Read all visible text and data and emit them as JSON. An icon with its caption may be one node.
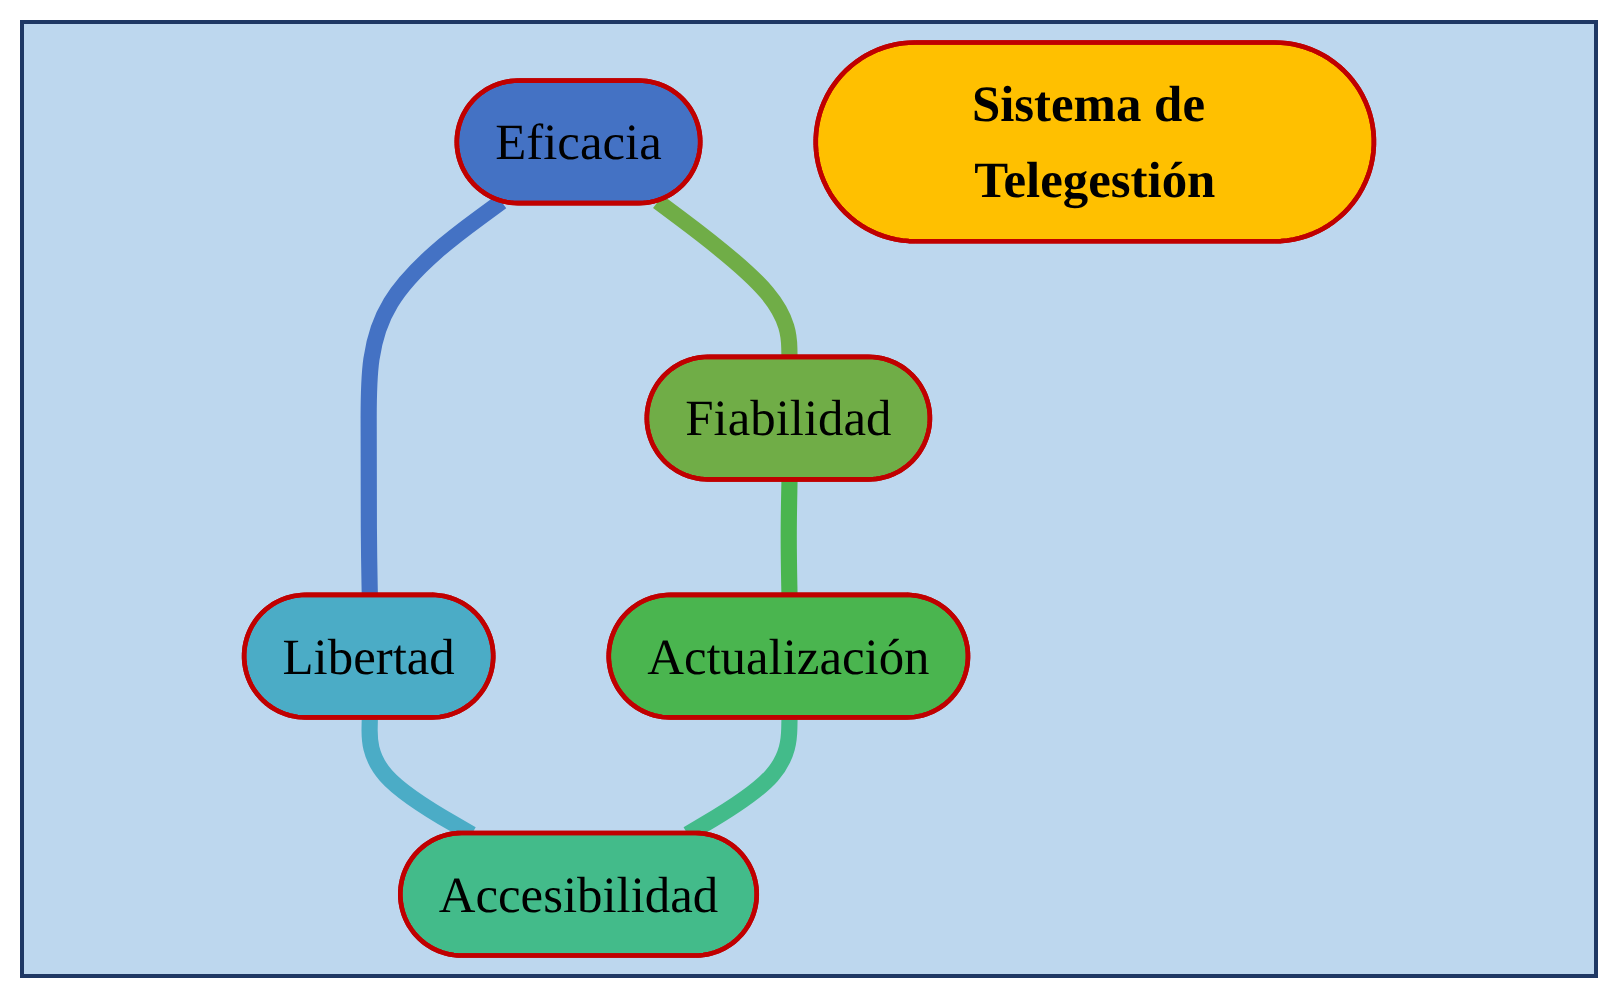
{
  "diagram": {
    "nodes": [
      {
        "text": [
          "Eficacia"
        ]
      },
      {
        "text": [
          "Fiabilidad"
        ]
      },
      {
        "text": [
          "Sistema de Telegestión"
        ]
      },
      {
        "text": [
          "Libertad"
        ]
      },
      {
        "text": [
          "Actualización"
        ]
      },
      {
        "text": [
          "Accesibilidad"
        ]
      }
    ],
    "edges": [
      {
        "from": 0,
        "to": 1,
        "arrow": "none",
        "color": "#70ad47"
      },
      {
        "from": 0,
        "to": 3,
        "arrow": "none",
        "color": "#4472c4"
      },
      {
        "from": 1,
        "to": 4,
        "arrow": "none",
        "color": "#4ab54f"
      },
      {
        "from": 3,
        "to": 5,
        "arrow": "none",
        "color": "#4bacc6"
      },
      {
        "from": 4,
        "to": 5,
        "arrow": "none",
        "color": "#43bb8a"
      }
    ]
  }
}
